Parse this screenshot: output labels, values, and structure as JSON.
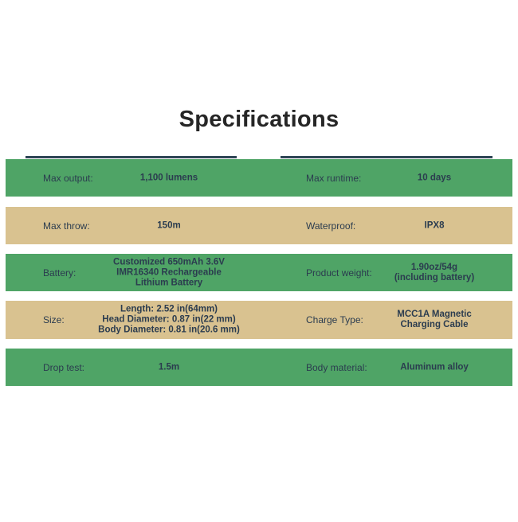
{
  "title": "Specifications",
  "rows": [
    {
      "color": "green",
      "label1": "Max output:",
      "value1": "1,100 lumens",
      "label2": "Max runtime:",
      "value2": "10 days"
    },
    {
      "color": "tan",
      "label1": "Max throw:",
      "value1": "150m",
      "label2": "Waterproof:",
      "value2": "IPX8"
    },
    {
      "color": "green",
      "label1": "Battery:",
      "value1": "Customized 650mAh 3.6V\nIMR16340 Rechargeable\nLithium Battery",
      "label2": "Product weight:",
      "value2": "1.90oz/54g\n(including battery)"
    },
    {
      "color": "tan",
      "label1": "Size:",
      "value1": "Length: 2.52 in(64mm)\nHead Diameter: 0.87 in(22 mm)\nBody Diameter: 0.81 in(20.6 mm)",
      "label2": "Charge Type:",
      "value2": "MCC1A Magnetic\nCharging Cable"
    },
    {
      "color": "green",
      "label1": "Drop test:",
      "value1": "1.5m",
      "label2": "Body material:",
      "value2": "Aluminum alloy"
    }
  ]
}
